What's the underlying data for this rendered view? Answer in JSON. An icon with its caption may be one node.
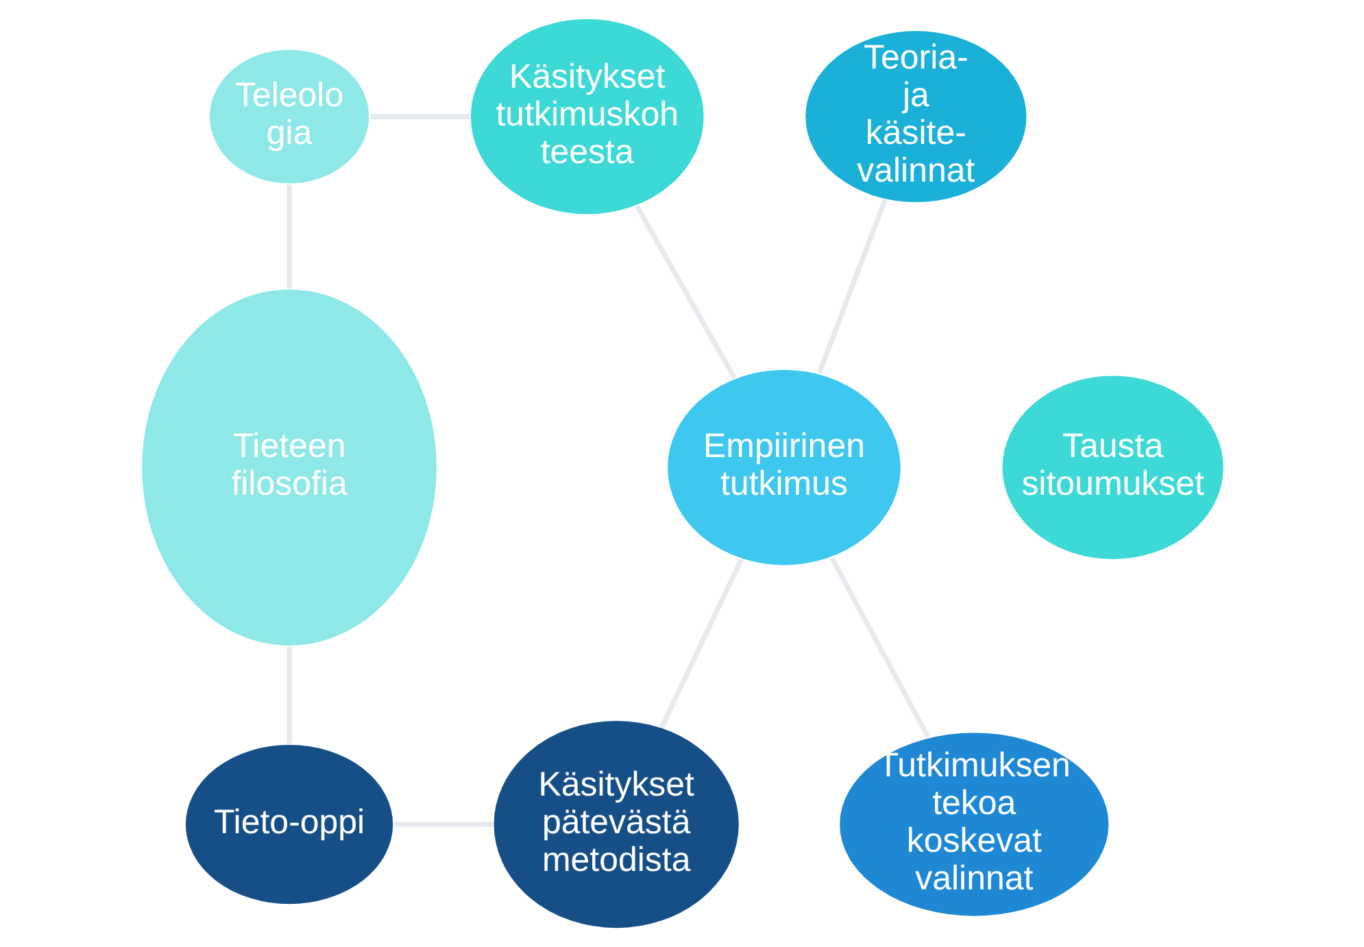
{
  "diagram": {
    "nodes": [
      {
        "text": [
          "Teleolo gia"
        ]
      },
      {
        "text": [
          "Käsitykset tutkimuskoh teesta"
        ]
      },
      {
        "text": [
          "Teoria- ja käsite- valinnat"
        ]
      },
      {
        "text": [
          "Tieteen filosofia"
        ]
      },
      {
        "text": [
          "Tausta sitoumukset"
        ]
      },
      {
        "text": [
          "Empiirinen tutkimus"
        ]
      },
      {
        "text": [
          "Tieto-oppi"
        ]
      },
      {
        "text": [
          "Käsitykset pätevästä metodista"
        ]
      },
      {
        "text": [
          "Tutkimuksen tekoa koskevat valinnat"
        ]
      }
    ],
    "edges": [
      {
        "from": 0,
        "to": 1,
        "arrow": "none"
      },
      {
        "from": 0,
        "to": 3,
        "arrow": "none"
      },
      {
        "from": 1,
        "to": 5,
        "arrow": "none"
      },
      {
        "from": 2,
        "to": 5,
        "arrow": "none"
      },
      {
        "from": 3,
        "to": 6,
        "arrow": "none"
      },
      {
        "from": 5,
        "to": 7,
        "arrow": "none"
      },
      {
        "from": 5,
        "to": 8,
        "arrow": "none"
      },
      {
        "from": 6,
        "to": 7,
        "arrow": "none"
      }
    ]
  }
}
